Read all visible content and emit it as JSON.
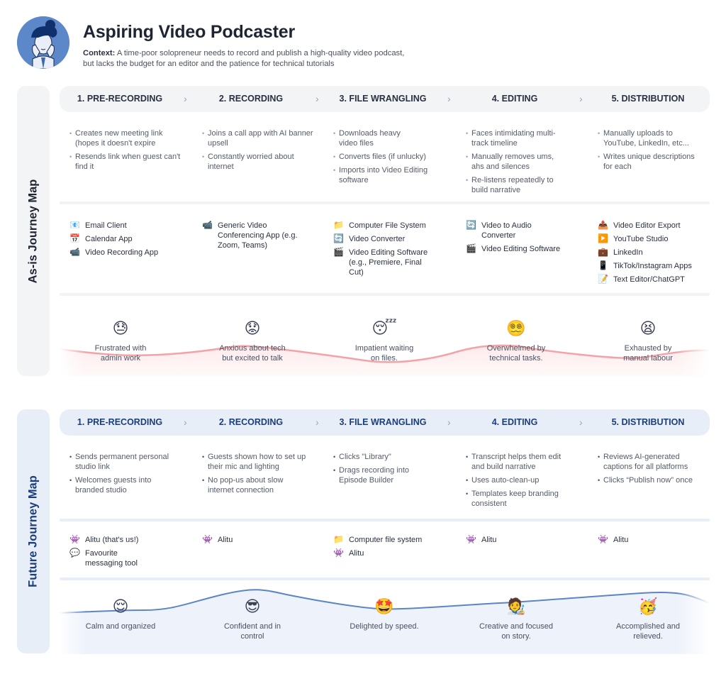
{
  "header": {
    "title": "Aspiring Video Podcaster",
    "context_label": "Context:",
    "context_text": " A time-poor solopreneur needs to record and publish a high-quality video podcast, but lacks the budget for an editor and the patience for technical tutorials",
    "avatar_icon": "stressed-person-avatar"
  },
  "colors": {
    "asis_panel": "#f3f4f6",
    "future_panel": "#e8eef8",
    "future_text": "#1b3e7a",
    "asis_curve": "#f2a3a8",
    "future_curve": "#5b86c6",
    "avatar_bg": "#5c87c9"
  },
  "asis": {
    "label": "As-is Journey Map",
    "stages": [
      "1. PRE-RECORDING",
      "2. RECORDING",
      "3. FILE WRANGLING",
      "4. EDITING",
      "5. DISTRIBUTION"
    ],
    "chevron": "›",
    "actions": [
      [
        "Creates new meeting link (hopes it doesn't expire",
        "Resends link when guest can't find it"
      ],
      [
        "Joins a call app with AI banner upsell",
        "Constantly worried about internet"
      ],
      [
        "Downloads heavy video files",
        "Converts files (if unlucky)",
        "Imports into Video Editing software"
      ],
      [
        "Faces intimidating multi-track timeline",
        "Manually removes ums, ahs and silences",
        "Re-listens repeatedly to build narrative"
      ],
      [
        "Manually uploads to YouTube, LinkedIn, etc...",
        "Writes unique descriptions for each"
      ]
    ],
    "tools": [
      [
        {
          "icon": "📧",
          "icon_name": "email-icon",
          "label": "Email Client"
        },
        {
          "icon": "📅",
          "icon_name": "calendar-icon",
          "label": "Calendar App"
        },
        {
          "icon": "📹",
          "icon_name": "video-camera-icon",
          "label": "Video Recording App"
        }
      ],
      [
        {
          "icon": "📹",
          "icon_name": "video-camera-icon",
          "label": "Generic Video Conferencing App (e.g. Zoom, Teams)"
        }
      ],
      [
        {
          "icon": "📁",
          "icon_name": "folder-icon",
          "label": "Computer File System"
        },
        {
          "icon": "🔄",
          "icon_name": "convert-icon",
          "label": "Video Converter"
        },
        {
          "icon": "🎬",
          "icon_name": "clapperboard-icon",
          "label": "Video Editing Software (e.g., Premiere, Final Cut)"
        }
      ],
      [
        {
          "icon": "🔄",
          "icon_name": "convert-icon",
          "label": "Video to Audio Converter"
        },
        {
          "icon": "🎬",
          "icon_name": "clapperboard-icon",
          "label": "Video Editing Software"
        }
      ],
      [
        {
          "icon": "📤",
          "icon_name": "export-icon",
          "label": "Video Editor Export"
        },
        {
          "icon": "▶️",
          "icon_name": "play-icon",
          "label": "YouTube Studio"
        },
        {
          "icon": "💼",
          "icon_name": "briefcase-icon",
          "label": "LinkedIn"
        },
        {
          "icon": "📱",
          "icon_name": "phone-icon",
          "label": "TikTok/Instagram Apps"
        },
        {
          "icon": "📝",
          "icon_name": "memo-icon",
          "label": "Text Editor/ChatGPT"
        }
      ]
    ],
    "emotions": [
      {
        "face": "😓",
        "icon_name": "downcast-sweat-face-icon",
        "label": "Frustrated with admin work"
      },
      {
        "face": "😟",
        "icon_name": "worried-face-icon",
        "label": "Anxious about tech but excited to talk"
      },
      {
        "face": "😴",
        "icon_name": "sleeping-face-icon",
        "label": "Impatient waiting on files."
      },
      {
        "face": "😵‍💫",
        "icon_name": "spiral-eyes-face-icon",
        "label": "Overwhelmed by technical tasks."
      },
      {
        "face": "😫",
        "icon_name": "tired-face-icon",
        "label": "Exhausted by manual labour"
      }
    ]
  },
  "future": {
    "label": "Future Journey Map",
    "stages": [
      "1. PRE-RECORDING",
      "2. RECORDING",
      "3. FILE WRANGLING",
      "4. EDITING",
      "5. DISTRIBUTION"
    ],
    "chevron": "›",
    "actions": [
      [
        "Sends permanent personal studio link",
        "Welcomes guests into branded studio"
      ],
      [
        "Guests shown how to set up their mic and lighting",
        "No pop-us about slow internet connection"
      ],
      [
        "Clicks \"Library\"",
        "Drags recording into Episode Builder"
      ],
      [
        "Transcript helps them edit and build narrative",
        "Uses auto-clean-up",
        "Templates keep branding consistent"
      ],
      [
        "Reviews AI-generated captions for all platforms",
        "Clicks “Publish now” once"
      ]
    ],
    "tools": [
      [
        {
          "icon": "👾",
          "icon_name": "alien-monster-icon",
          "label": "Alitu (that's us!)"
        },
        {
          "icon": "💬",
          "icon_name": "speech-bubble-icon",
          "label": "Favourite messaging tool"
        }
      ],
      [
        {
          "icon": "👾",
          "icon_name": "alien-monster-icon",
          "label": "Alitu"
        }
      ],
      [
        {
          "icon": "📁",
          "icon_name": "folder-icon",
          "label": "Computer file system"
        },
        {
          "icon": "👾",
          "icon_name": "alien-monster-icon",
          "label": "Alitu"
        }
      ],
      [
        {
          "icon": "👾",
          "icon_name": "alien-monster-icon",
          "label": "Alitu"
        }
      ],
      [
        {
          "icon": "👾",
          "icon_name": "alien-monster-icon",
          "label": "Alitu"
        }
      ]
    ],
    "emotions": [
      {
        "face": "😌",
        "icon_name": "relieved-face-icon",
        "label": "Calm and organized"
      },
      {
        "face": "😎",
        "icon_name": "sunglasses-face-icon",
        "label": "Confident and in control"
      },
      {
        "face": "🤩",
        "icon_name": "star-struck-face-icon",
        "label": "Delighted by speed."
      },
      {
        "face": "🧑‍🎨",
        "icon_name": "artist-icon",
        "label": "Creative and focused on story."
      },
      {
        "face": "🥳",
        "icon_name": "party-face-icon",
        "label": "Accomplished and relieved."
      }
    ]
  }
}
